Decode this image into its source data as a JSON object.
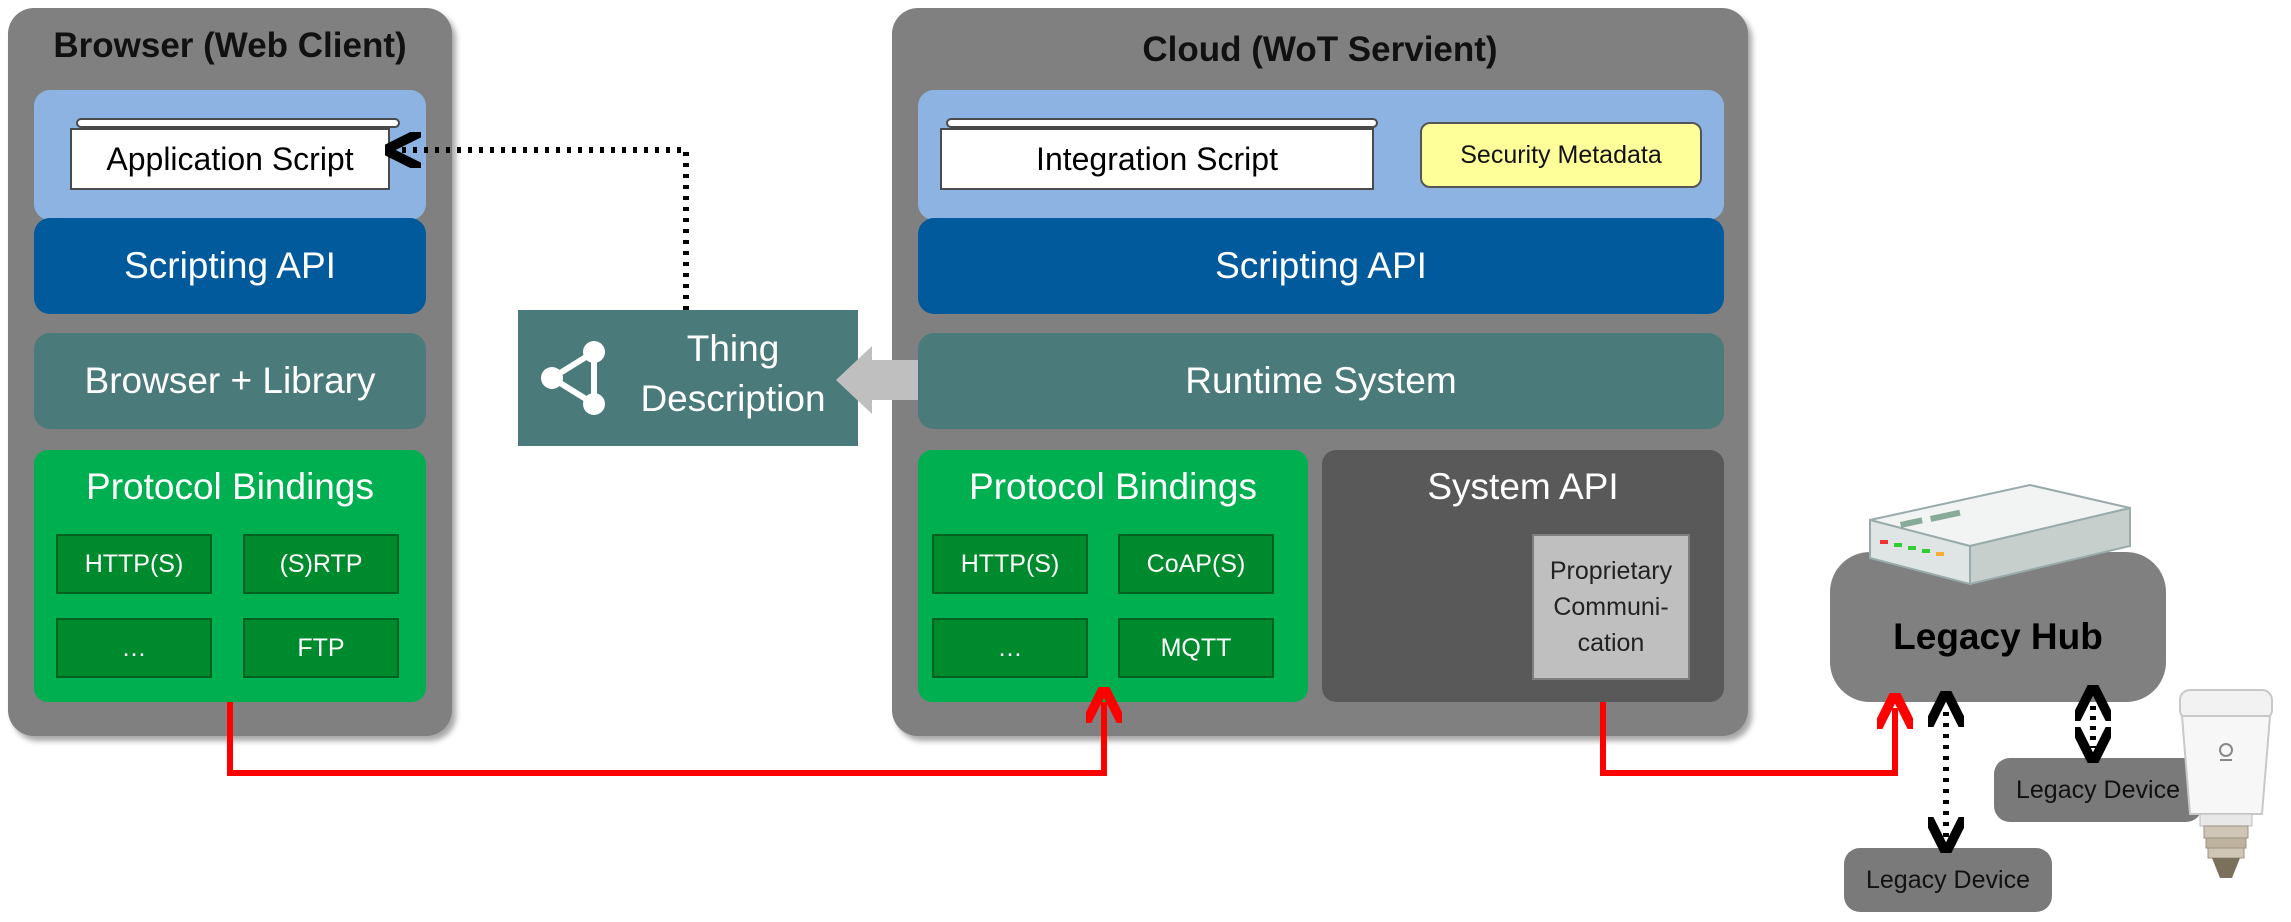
{
  "browser": {
    "title": "Browser (Web Client)",
    "app_script": "Application Script",
    "scripting_api": "Scripting API",
    "library": "Browser + Library",
    "bindings_title": "Protocol Bindings",
    "bindings": [
      "HTTP(S)",
      "(S)RTP",
      "…",
      "FTP"
    ]
  },
  "thing_description": {
    "line1": "Thing",
    "line2": "Description"
  },
  "cloud": {
    "title": "Cloud (WoT Servient)",
    "integration_script": "Integration Script",
    "security_metadata": "Security Metadata",
    "scripting_api": "Scripting API",
    "runtime": "Runtime System",
    "bindings_title": "Protocol Bindings",
    "bindings": [
      "HTTP(S)",
      "CoAP(S)",
      "…",
      "MQTT"
    ],
    "system_api": "System API",
    "proprietary": [
      "Proprietary",
      "Communi-",
      "cation"
    ]
  },
  "legacy": {
    "hub": "Legacy Hub",
    "device_right": "Legacy Device",
    "device_bottom": "Legacy Device"
  },
  "colors": {
    "panel_gray": "#808080",
    "light_blue": "#8db3e2",
    "dark_blue": "#005a9c",
    "teal": "#4a7a7a",
    "green": "#00b050",
    "red_link": "#ff0000",
    "yellow": "#ffff99"
  }
}
